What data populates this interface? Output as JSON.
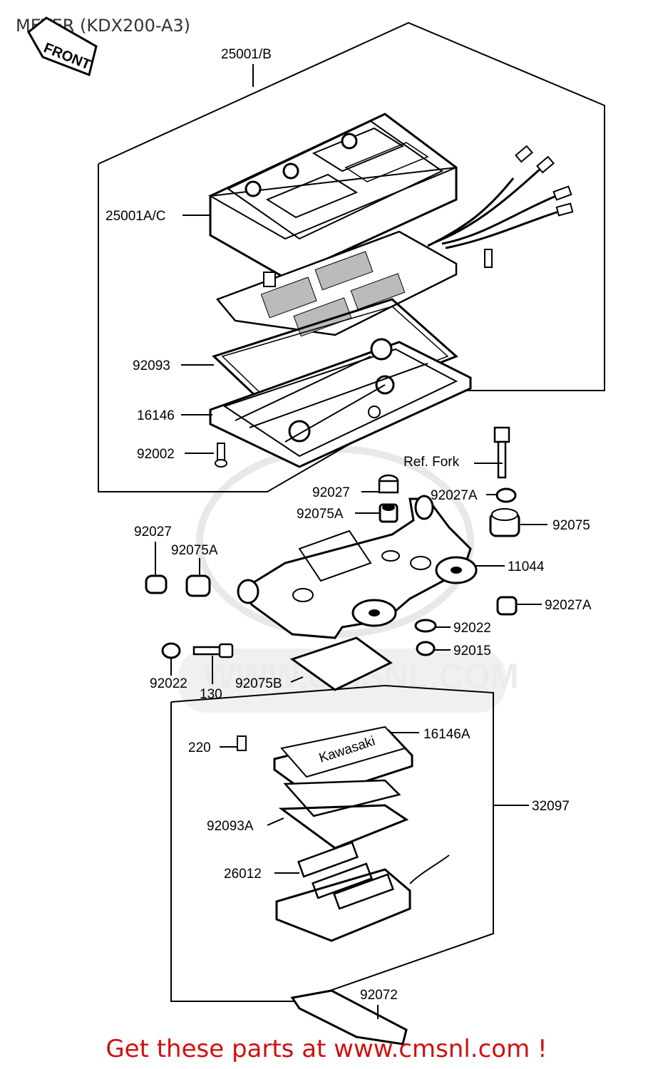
{
  "title": "METER (KDX200-A3)",
  "front_label": "FRONT",
  "watermark": "WWW.CMSNL.COM",
  "footer": "Get these parts at www.cmsnl.com !",
  "parts": {
    "p25001B": "25001/B",
    "p25001AC": "25001A/C",
    "p92093": "92093",
    "p16146": "16146",
    "p92002": "92002",
    "refFork": "Ref. Fork",
    "p92027a": "92027",
    "p92027A_a": "92027A",
    "p92075A_a": "92075A",
    "p92075": "92075",
    "p92027b": "92027",
    "p92075A_b": "92075A",
    "p11044": "11044",
    "p92027A_b": "92027A",
    "p92022a": "92022",
    "p92015": "92015",
    "p92022b": "92022",
    "p130": "130",
    "p92075B": "92075B",
    "p220": "220",
    "p16146A": "16146A",
    "p32097": "32097",
    "p92093A": "92093A",
    "p26012": "26012",
    "p92072": "92072",
    "kawasaki": "Kawasaki"
  }
}
